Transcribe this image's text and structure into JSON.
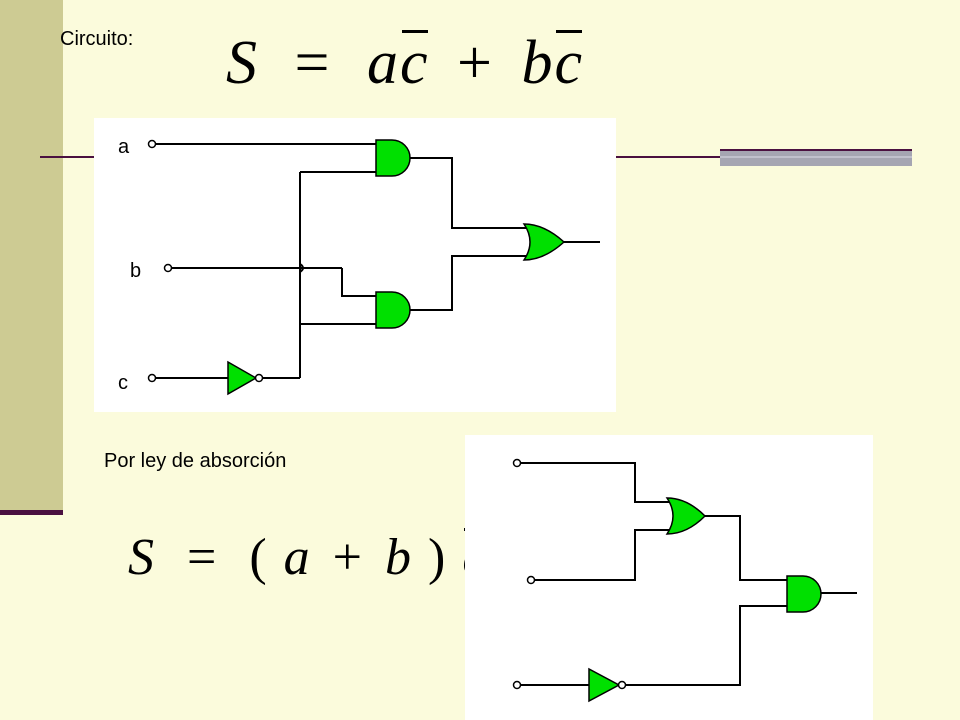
{
  "heading": "Circuito:",
  "formula_original": {
    "lhs": "S",
    "eq": "=",
    "term1": [
      "a",
      "c"
    ],
    "plus": "+",
    "term2": [
      "b",
      "c"
    ],
    "negated": "c"
  },
  "subheading": "Por ley de absorción",
  "formula_simplified": {
    "lhs": "S",
    "eq": "=",
    "open": "(",
    "a": "a",
    "plus": "+",
    "b": "b",
    "close": ")",
    "c": "c"
  },
  "circuit_original": {
    "inputs": [
      "a",
      "b",
      "c"
    ],
    "gates": [
      "NOT",
      "AND",
      "AND",
      "OR"
    ]
  },
  "circuit_simplified": {
    "gates": [
      "OR",
      "NOT",
      "AND"
    ]
  },
  "colors": {
    "gate_fill": "#00e000",
    "wire": "#000000",
    "background": "#fbfbdc",
    "sidebar": "#cdcb93",
    "rule": "#4a1040"
  }
}
